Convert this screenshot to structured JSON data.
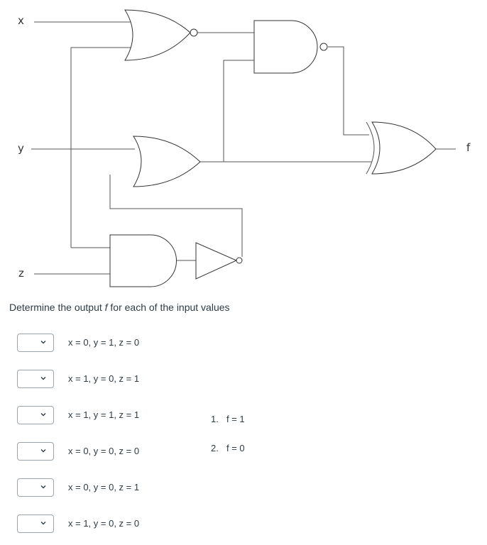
{
  "diagram": {
    "inputs": {
      "x": "x",
      "y": "y",
      "z": "z"
    },
    "output": "f",
    "gates": [
      "nor",
      "nand",
      "or",
      "and",
      "not",
      "xor"
    ]
  },
  "prompt": {
    "text_before": "Determine the output ",
    "var": "f",
    "text_after": " for each of the input values"
  },
  "questions": [
    {
      "label": "x = 0, y = 1, z = 0",
      "selected": ""
    },
    {
      "label": "x = 1, y = 0, z = 1",
      "selected": ""
    },
    {
      "label": "x = 1, y = 1, z = 1",
      "selected": ""
    },
    {
      "label": "x = 0, y = 0, z = 0",
      "selected": ""
    },
    {
      "label": "x = 0, y = 0, z = 1",
      "selected": ""
    },
    {
      "label": "x = 1, y = 0, z = 0",
      "selected": ""
    }
  ],
  "options": [
    {
      "num": "1.",
      "text": "f = 1"
    },
    {
      "num": "2.",
      "text": "f = 0"
    }
  ]
}
